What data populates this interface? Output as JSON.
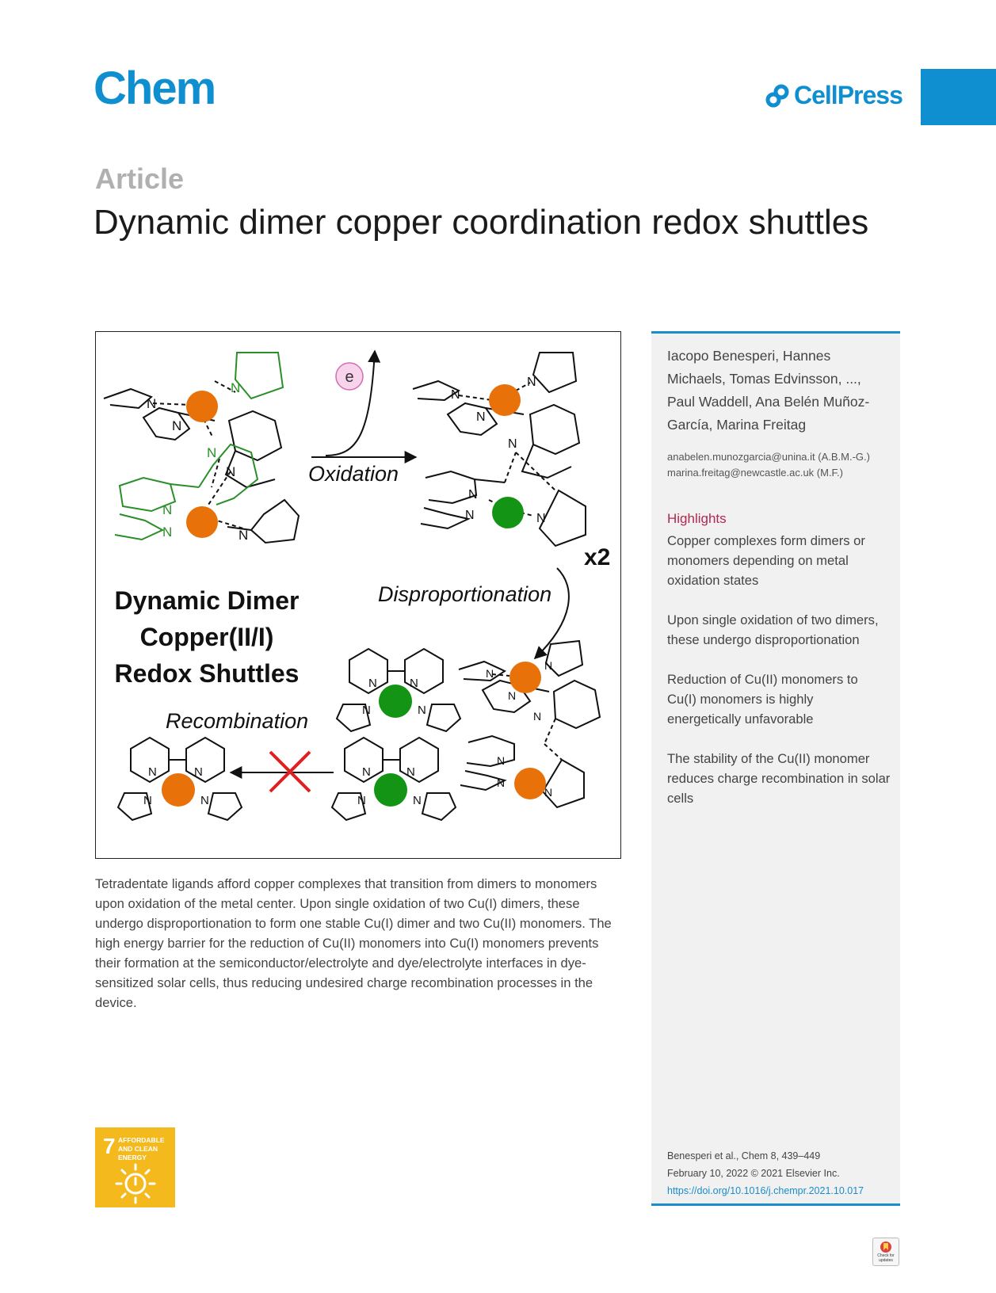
{
  "header": {
    "journal": "Chem",
    "publisher": "CellPress"
  },
  "article": {
    "type": "Article",
    "title": "Dynamic dimer copper coordination redox shuttles"
  },
  "graphical_abstract": {
    "heading_lines": [
      "Dynamic Dimer",
      "Copper(II/I)",
      "Redox Shuttles"
    ],
    "electron_label": "e",
    "oxidation_label": "Oxidation",
    "disproportionation_label": "Disproportionation",
    "recombination_label": "Recombination",
    "multiplier_label": "x2",
    "nitrogen_label": "N",
    "colors": {
      "cu_i": "#e8710a",
      "cu_ii": "#149414",
      "ligand_highlight": "#2a8f2a",
      "cross": "#e02020",
      "electron_fill": "#f8d4ec",
      "electron_stroke": "#d46cb0"
    }
  },
  "abstract": "Tetradentate ligands afford copper complexes that transition from dimers to monomers upon oxidation of the metal center. Upon single oxidation of two Cu(I) dimers, these undergo disproportionation to form one stable Cu(I) dimer and two Cu(II) monomers. The high energy barrier for the reduction of Cu(II) monomers into Cu(I) monomers prevents their formation at the semiconductor/electrolyte and dye/electrolyte interfaces in dye-sensitized solar cells, thus reducing undesired charge recombination processes in the device.",
  "sidebar": {
    "authors": "Iacopo Benesperi, Hannes Michaels, Tomas Edvinsson, ..., Paul Waddell, Ana Belén Muñoz-García, Marina Freitag",
    "emails": [
      "anabelen.munozgarcia@unina.it (A.B.M.-G.)",
      "marina.freitag@newcastle.ac.uk (M.F.)"
    ],
    "highlights_heading": "Highlights",
    "highlights": [
      "Copper complexes form dimers or monomers depending on metal oxidation states",
      "Upon single oxidation of two dimers, these undergo disproportionation",
      "Reduction of Cu(II) monomers to Cu(I) monomers is highly energetically unfavorable",
      "The stability of the Cu(II) monomer reduces charge recombination in solar cells"
    ],
    "citation": {
      "line1": "Benesperi et al., Chem 8, 439–449",
      "line2": "February 10, 2022 © 2021 Elsevier Inc.",
      "doi": "https://doi.org/10.1016/j.chempr.2021.10.017"
    }
  },
  "sdg": {
    "number": "7",
    "label": "AFFORDABLE AND CLEAN ENERGY",
    "color": "#f4b91c",
    "icon": "sun-power-icon"
  },
  "crossmark": {
    "label": "Check for updates",
    "icon": "crossmark-icon"
  }
}
